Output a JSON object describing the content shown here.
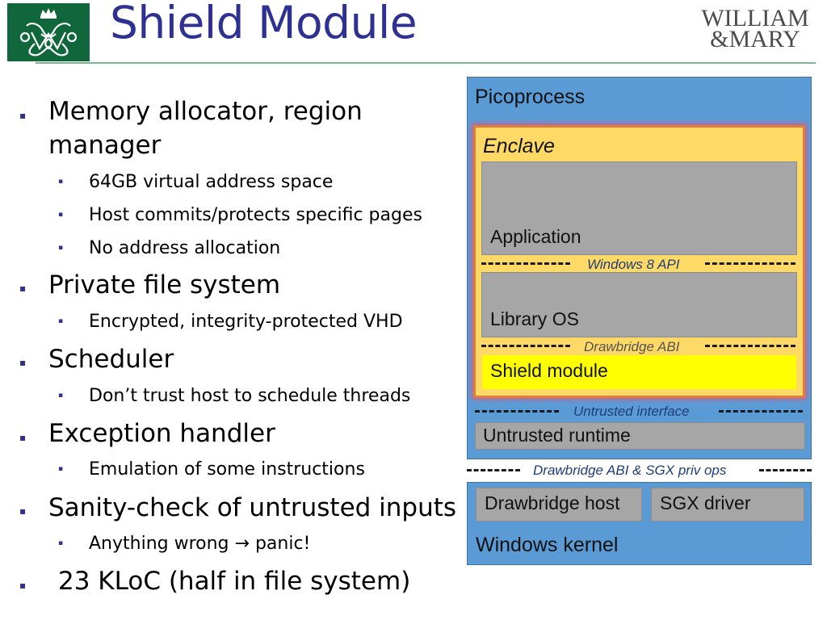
{
  "header": {
    "title": "Shield Module",
    "brand_line1": "WILLIAM",
    "brand_line2": "&MARY"
  },
  "bullets": [
    {
      "text": "Memory allocator, region",
      "cont": "manager",
      "subs": [
        "64GB virtual address space",
        "Host commits/protects specific pages",
        "No address allocation"
      ]
    },
    {
      "text": "Private file system",
      "subs": [
        "Encrypted, integrity-protected VHD"
      ]
    },
    {
      "text": "Scheduler",
      "subs": [
        "Don’t trust host to schedule threads"
      ]
    },
    {
      "text": "Exception handler",
      "subs": [
        "Emulation of some instructions"
      ]
    },
    {
      "text": "Sanity-check of untrusted inputs",
      "subs": [
        "Anything wrong → panic!"
      ]
    },
    {
      "text": "23 KLoC (half in file system)",
      "subs": []
    }
  ],
  "diagram": {
    "picoprocess": "Picoprocess",
    "enclave": "Enclave",
    "application": "Application",
    "windows_api": "Windows 8 API",
    "library_os": "Library OS",
    "drawbridge_abi": "Drawbridge ABI",
    "shield_module": "Shield module",
    "untrusted_interface": "Untrusted interface",
    "untrusted_runtime": "Untrusted runtime",
    "drawbridge_sgx": "Drawbridge ABI & SGX priv ops",
    "drawbridge_host": "Drawbridge host",
    "sgx_driver": "SGX driver",
    "windows_kernel": "Windows kernel"
  },
  "colors": {
    "title": "#2e3192",
    "brand_green": "#10673b",
    "box_blue": "#5b9bd5",
    "enclave_yellow": "#ffd966",
    "shield_yellow": "#ffff00",
    "gray": "#a6a6a6"
  }
}
